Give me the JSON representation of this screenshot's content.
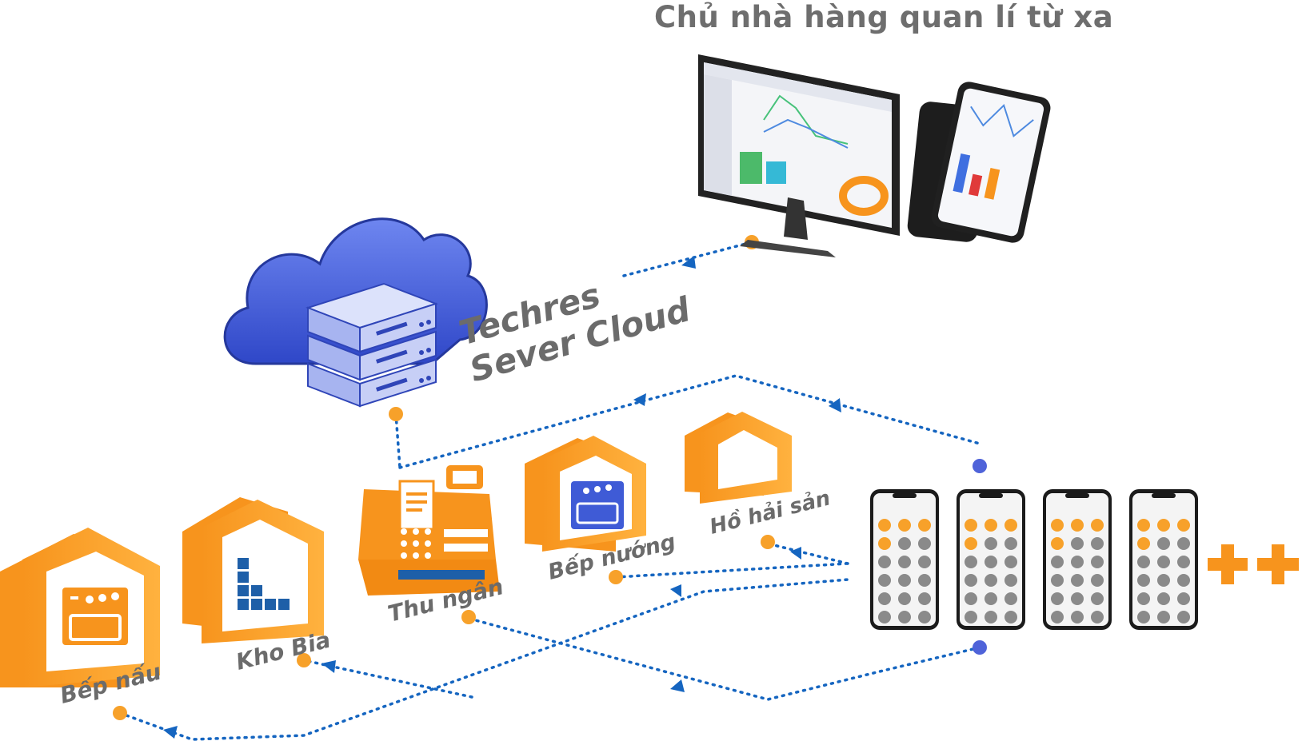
{
  "header": {
    "title": "Chủ nhà hàng quan lí từ xa"
  },
  "cloud": {
    "label_line1": "Techres",
    "label_line2": "Sever Cloud"
  },
  "stations": {
    "bep_nau": "Bếp nấu",
    "kho_bia": "Kho Bia",
    "thu_ngan": "Thu ngân",
    "bep_nuong": "Bếp nướng",
    "ho_hai_san": "Hồ hải sản"
  },
  "more_symbol": "++",
  "colors": {
    "orange": "#F7941D",
    "blue": "#3F5BD6",
    "link": "#1565C0",
    "text": "#6b6b6b"
  }
}
